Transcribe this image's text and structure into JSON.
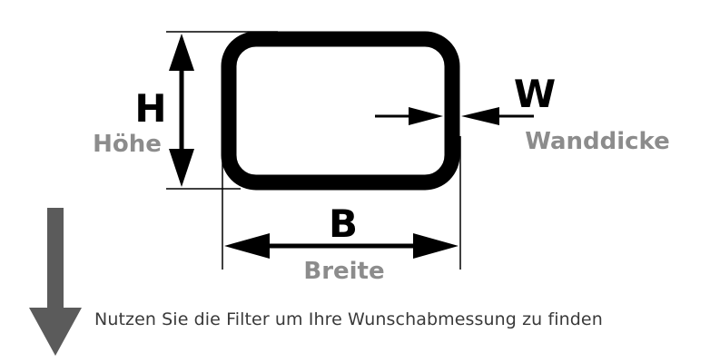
{
  "diagram": {
    "height": {
      "symbol": "H",
      "label": "Höhe"
    },
    "width": {
      "symbol": "B",
      "label": "Breite"
    },
    "wall": {
      "symbol": "W",
      "label": "Wanddicke"
    }
  },
  "hint": {
    "text": "Nutzen Sie die Filter um Ihre Wunschabmessung zu finden"
  },
  "colors": {
    "outline": "#000000",
    "label_grey": "#8c8c8c",
    "arrow_grey": "#5b5b5b",
    "hint_text": "#3a3a3a"
  },
  "icons": {
    "down_arrow": "down-arrow-icon"
  }
}
